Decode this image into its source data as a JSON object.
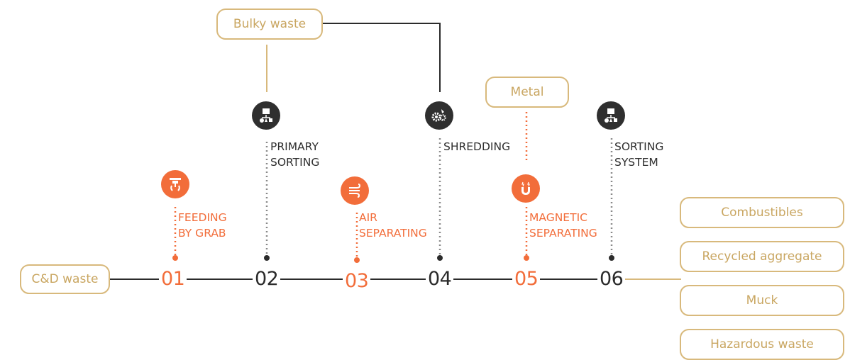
{
  "colors": {
    "orange": "#f26d3a",
    "dark": "#2f2f2f",
    "gold": "#d8b97c"
  },
  "input": {
    "label": "C&D waste"
  },
  "steps": [
    {
      "number": "01",
      "line1": "FEEDING",
      "line2": "BY GRAB",
      "icon": "grab-icon"
    },
    {
      "number": "02",
      "line1": "PRIMARY",
      "line2": "SORTING",
      "icon": "sorting-icon"
    },
    {
      "number": "03",
      "line1": "AIR",
      "line2": "SEPARATING",
      "icon": "wind-icon"
    },
    {
      "number": "04",
      "line1": "SHREDDING",
      "line2": "",
      "icon": "gears-icon"
    },
    {
      "number": "05",
      "line1": "MAGNETIC",
      "line2": "SEPARATING",
      "icon": "magnet-icon"
    },
    {
      "number": "06",
      "line1": "SORTING",
      "line2": "SYSTEM",
      "icon": "sorting-icon"
    }
  ],
  "side_outputs": {
    "bulky": "Bulky waste",
    "metal": "Metal"
  },
  "outputs": [
    "Combustibles",
    "Recycled aggregate",
    "Muck",
    "Hazardous waste"
  ]
}
